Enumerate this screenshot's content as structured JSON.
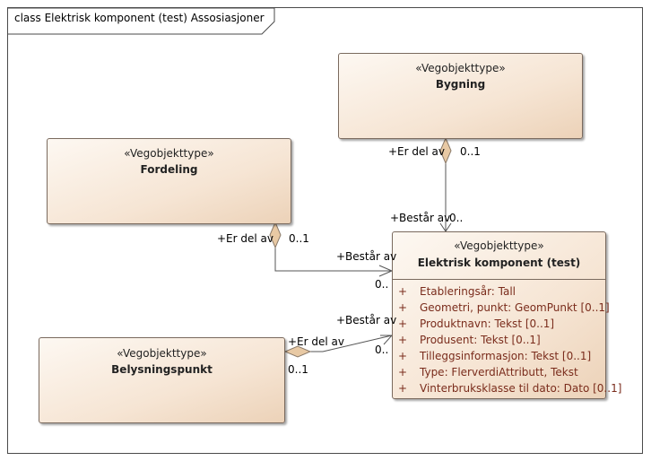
{
  "diagram": {
    "title": "class Elektrisk komponent (test) Assosiasjoner"
  },
  "classes": {
    "bygning": {
      "stereotype": "«Vegobjekttype»",
      "name": "Bygning"
    },
    "fordeling": {
      "stereotype": "«Vegobjekttype»",
      "name": "Fordeling"
    },
    "belysningspunkt": {
      "stereotype": "«Vegobjekttype»",
      "name": "Belysningspunkt"
    },
    "elektrisk": {
      "stereotype": "«Vegobjekttype»",
      "name": "Elektrisk komponent (test)",
      "attributes": [
        {
          "visibility": "+",
          "text": "Etableringsår: Tall"
        },
        {
          "visibility": "+",
          "text": "Geometri, punkt: GeomPunkt [0..1]"
        },
        {
          "visibility": "+",
          "text": "Produktnavn: Tekst [0..1]"
        },
        {
          "visibility": "+",
          "text": "Produsent: Tekst [0..1]"
        },
        {
          "visibility": "+",
          "text": "Tilleggsinformasjon: Tekst [0..1]"
        },
        {
          "visibility": "+",
          "text": "Type: FlerverdiAttributt, Tekst"
        },
        {
          "visibility": "+",
          "text": "Vinterbruksklasse til dato: Dato [0..1]"
        }
      ]
    }
  },
  "associations": {
    "bygning": {
      "whole_role": "+Er del av",
      "whole_mult": "0..1",
      "part_role": "+Består av",
      "part_mult": "0.."
    },
    "fordeling": {
      "whole_role": "+Er del av",
      "whole_mult": "0..1",
      "part_role": "+Består av",
      "part_mult": "0.."
    },
    "belysningspunkt": {
      "whole_role": "+Er del av",
      "whole_mult": "0..1",
      "part_role": "+Består av",
      "part_mult": "0.."
    }
  },
  "colors": {
    "class_fill_light": "#fdf8f2",
    "class_fill_dark": "#ecd2b8",
    "attribute_text": "#7a2c1c",
    "diamond_fill": "#e8c9a4",
    "line": "#555555"
  }
}
